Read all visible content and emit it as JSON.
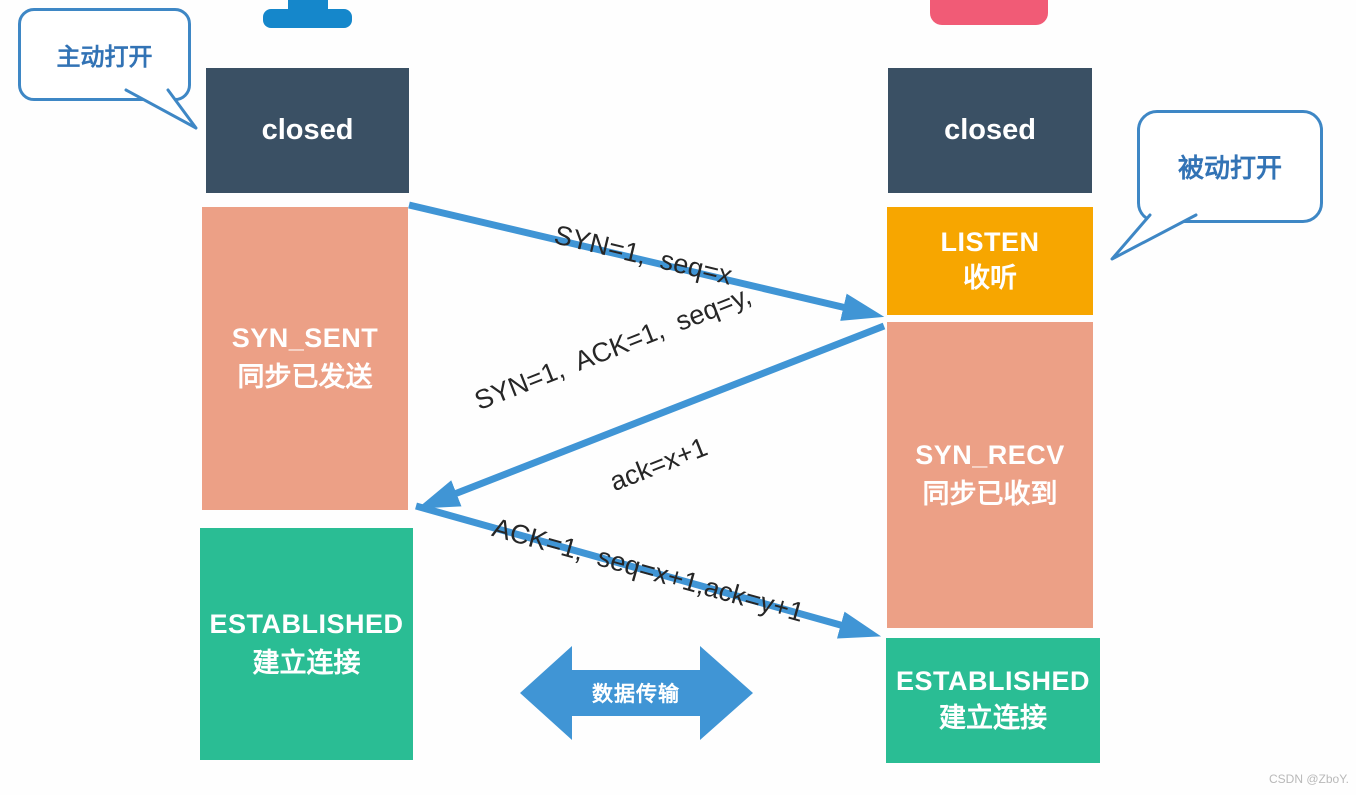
{
  "client": {
    "open_label": "主动打开",
    "states": {
      "closed": {
        "en": "closed"
      },
      "syn_sent": {
        "en": "SYN_SENT",
        "zh": "同步已发送"
      },
      "established": {
        "en": "ESTABLISHED",
        "zh": "建立连接"
      }
    }
  },
  "server": {
    "open_label": "被动打开",
    "states": {
      "closed": {
        "en": "closed"
      },
      "listen": {
        "en": "LISTEN",
        "zh": "收听"
      },
      "syn_recv": {
        "en": "SYN_RECV",
        "zh": "同步已收到"
      },
      "established": {
        "en": "ESTABLISHED",
        "zh": "建立连接"
      }
    }
  },
  "messages": {
    "syn": "SYN=1,  seq=x",
    "synack_line1": "SYN=1,  ACK=1,  seq=y,",
    "synack_line2": "ack=x+1",
    "ack": "ACK=1,  seq=x+1,ack=y+1"
  },
  "data_transfer": {
    "label": "数据传输"
  },
  "watermark": "CSDN @ZboY.",
  "colors": {
    "state_closed": "#3a5064",
    "state_transitional": "#eca086",
    "state_listen": "#f7a600",
    "state_established": "#2abd94",
    "arrow_blue": "#4095d5",
    "callout_border": "#3e87c5",
    "callout_text": "#3273b5",
    "monitor_icon": "#1587cb",
    "server_icon": "#f15b76"
  }
}
